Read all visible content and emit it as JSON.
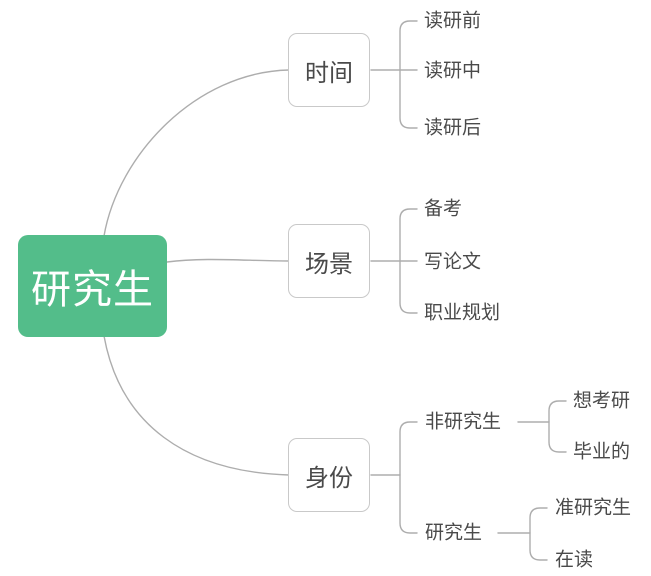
{
  "root": {
    "label": "研究生"
  },
  "branches": [
    {
      "label": "时间",
      "children": [
        {
          "label": "读研前"
        },
        {
          "label": "读研中"
        },
        {
          "label": "读研后"
        }
      ]
    },
    {
      "label": "场景",
      "children": [
        {
          "label": "备考"
        },
        {
          "label": "写论文"
        },
        {
          "label": "职业规划"
        }
      ]
    },
    {
      "label": "身份",
      "children": [
        {
          "label": "非研究生",
          "children": [
            {
              "label": "想考研"
            },
            {
              "label": "毕业的"
            }
          ]
        },
        {
          "label": "研究生",
          "children": [
            {
              "label": "准研究生"
            },
            {
              "label": "在读"
            }
          ]
        }
      ]
    }
  ],
  "colors": {
    "root_bg": "#53BD8A",
    "root_text": "#ffffff",
    "line": "#adadad",
    "box_border": "#c9c9c9",
    "box_bg": "#ffffff",
    "text": "#4a4a4a",
    "canvas_bg": "#ffffff"
  }
}
